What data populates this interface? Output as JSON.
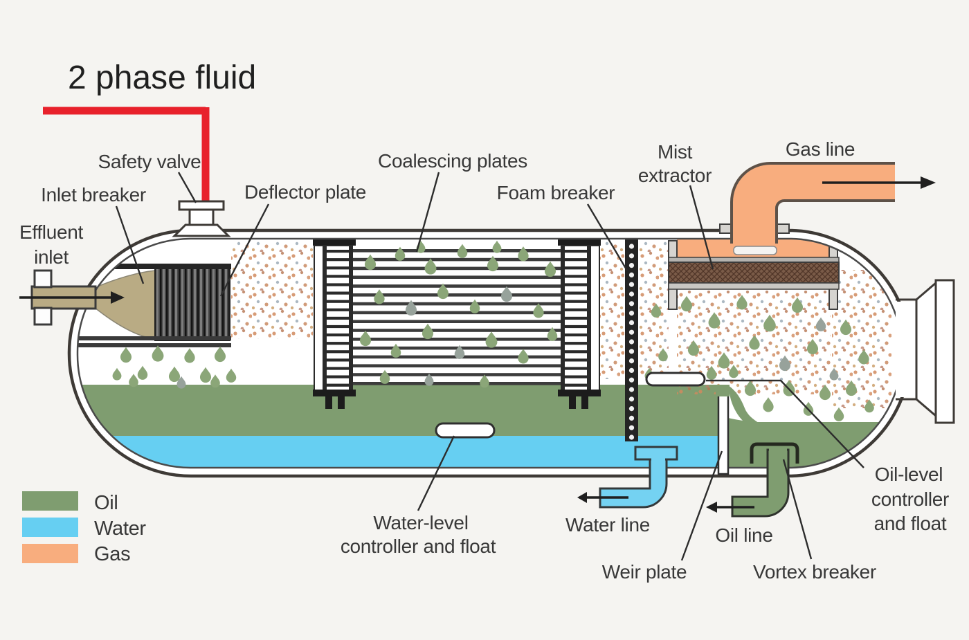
{
  "title": "2 phase fluid",
  "colors": {
    "oil": "#7f9d70",
    "water": "#66cff2",
    "gas": "#f8ad7e",
    "red_feed_line": "#e8212b",
    "tan_inlet_spray": "#b9ab84",
    "mist_pad_brown": "#7a5b48",
    "outline_dark": "#3e3a36",
    "background": "#f5f4f1"
  },
  "labels": {
    "safety_valve": "Safety valve",
    "inlet_breaker": "Inlet breaker",
    "effluent_inlet_1": "Effluent",
    "effluent_inlet_2": "inlet",
    "deflector_plate": "Deflector plate",
    "coalescing_plates": "Coalescing plates",
    "foam_breaker": "Foam breaker",
    "mist_extractor_1": "Mist",
    "mist_extractor_2": "extractor",
    "gas_line": "Gas line",
    "water_level_1": "Water-level",
    "water_level_2": "controller and float",
    "water_line": "Water line",
    "weir_plate": "Weir plate",
    "oil_line": "Oil line",
    "vortex_breaker": "Vortex breaker",
    "oil_level_1": "Oil-level",
    "oil_level_2": "controller",
    "oil_level_3": "and float"
  },
  "legend": {
    "items": [
      {
        "label": "Oil",
        "color": "#7f9d70"
      },
      {
        "label": "Water",
        "color": "#66cff2"
      },
      {
        "label": "Gas",
        "color": "#f8ad7e"
      }
    ]
  }
}
